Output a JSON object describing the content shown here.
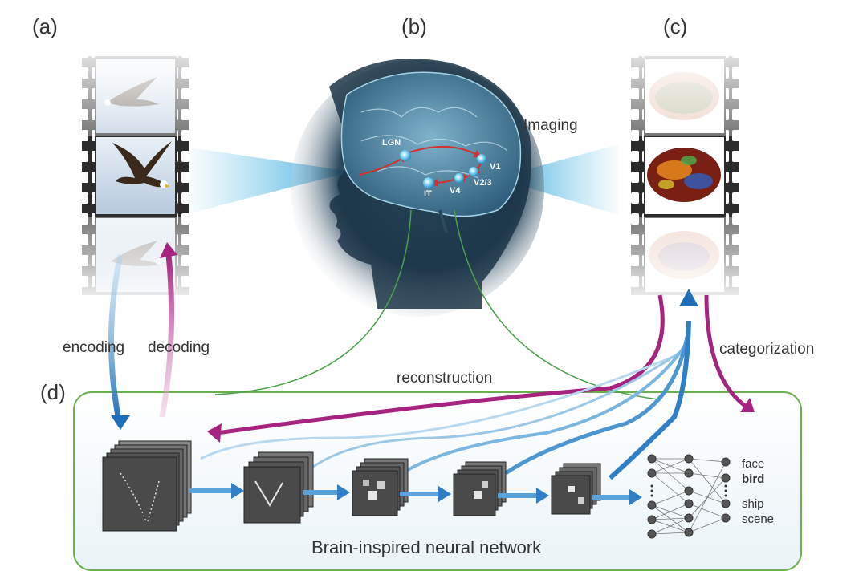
{
  "panels": {
    "a": "(a)",
    "b": "(b)",
    "c": "(c)",
    "d": "(d)"
  },
  "labels": {
    "imaging": "Imaging",
    "encoding": "encoding",
    "decoding": "decoding",
    "reconstruction": "reconstruction",
    "categorization": "categorization",
    "network_title": "Brain-inspired neural network"
  },
  "brain_regions": {
    "lgn": "LGN",
    "v1": "V1",
    "v23": "V2/3",
    "v4": "V4",
    "it": "IT"
  },
  "classes": [
    {
      "label": "face",
      "bold": false
    },
    {
      "label": "bird",
      "bold": true
    },
    {
      "label": "ship",
      "bold": false
    },
    {
      "label": "scene",
      "bold": false
    }
  ],
  "colors": {
    "encoding_blue": "#2f7fc6",
    "decoding_magenta": "#b0308f",
    "network_border": "#6ab04c",
    "brain_glow": "#3aa7d6"
  }
}
